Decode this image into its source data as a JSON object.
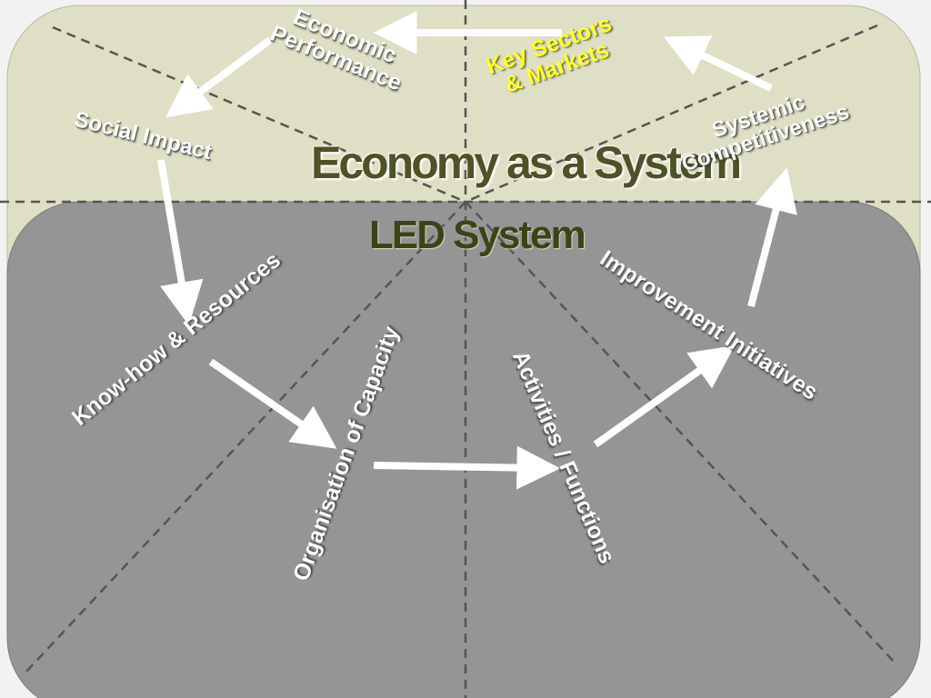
{
  "titles": {
    "economy": "Economy as a System",
    "led": "LED System"
  },
  "labels": {
    "economic_performance": [
      "Economic",
      "Performance"
    ],
    "key_sectors": [
      "Key Sectors",
      "& Markets"
    ],
    "systemic_competitiveness": [
      "Systemic",
      "Competitiveness"
    ],
    "social_impact": "Social Impact",
    "know_how": "Know-how & Resources",
    "organisation": "Organisation of Capacity",
    "activities": "Activities / Functions",
    "improvement": "Improvement Initiatives"
  },
  "colors": {
    "upper_region": "#dedfc4",
    "lower_region": "#959595",
    "title_text": "#4e5226",
    "key_sectors_text": "#ffff33",
    "label_text": "#ffffff",
    "arrows": "#ffffff",
    "dashed_lines": "#555555"
  }
}
